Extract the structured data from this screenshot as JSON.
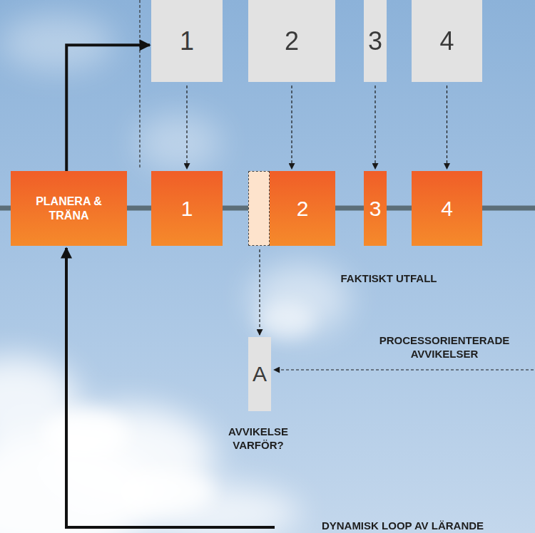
{
  "diagram": {
    "nodes": [
      {
        "text": [
          "1"
        ]
      },
      {
        "text": [
          "2"
        ]
      },
      {
        "text": [
          "3"
        ]
      },
      {
        "text": [
          "4"
        ]
      },
      {
        "text": [
          "PLANERA & TRÄNA"
        ]
      },
      {
        "text": [
          "1"
        ]
      },
      {
        "text": [
          "2"
        ]
      },
      {
        "text": [
          "3"
        ]
      },
      {
        "text": [
          "4"
        ]
      },
      {
        "text": [
          "A"
        ]
      }
    ],
    "edges": [
      {
        "from": 4,
        "to": 0,
        "arrow": "to"
      },
      {
        "from": 0,
        "to": 5,
        "arrow": "to"
      },
      {
        "from": 1,
        "to": 6,
        "arrow": "to"
      },
      {
        "from": 2,
        "to": 7,
        "arrow": "to"
      },
      {
        "from": 3,
        "to": 8,
        "arrow": "to"
      },
      {
        "from": 6,
        "to": 9,
        "arrow": "to"
      }
    ],
    "labels": [
      "FAKTISKT UTFALL",
      "PROCESSORIENTERADE AVVIKELSER",
      "AVVIKELSE VARFÖR?",
      "DYNAMISK LOOP AV LÄRANDE"
    ]
  }
}
